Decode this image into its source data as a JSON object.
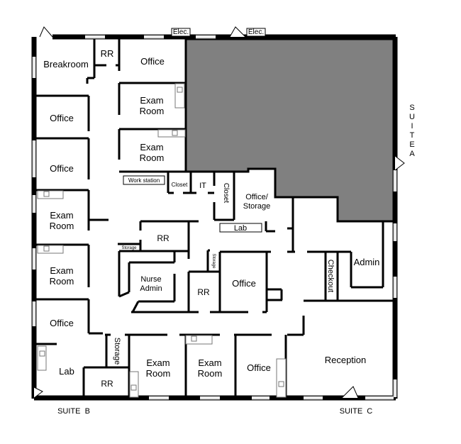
{
  "title": "Floor plan",
  "colors": {
    "wall": "#000000",
    "unavailable_area": "#808080",
    "window": "#bbbbbb"
  },
  "rooms": {
    "breakroom": "Breakroom",
    "rr_top": "RR",
    "office_top": "Office",
    "exam1_line1": "Exam",
    "exam1_line2": "Room",
    "exam2_line1": "Exam",
    "exam2_line2": "Room",
    "office_left1": "Office",
    "office_left2": "Office",
    "exam_left1_line1": "Exam",
    "exam_left1_line2": "Room",
    "exam_left2_line1": "Exam",
    "exam_left2_line2": "Room",
    "office_left3": "Office",
    "lab_left": "Lab",
    "work_station": "Work station",
    "closet1": "Closet",
    "it": "IT",
    "closet2": "Closet",
    "office_storage_line1": "Office/",
    "office_storage_line2": "Storage",
    "lab_center": "Lab",
    "rr_center": "RR",
    "storage_small": "Storage",
    "nurse_admin_line1": "Nurse",
    "nurse_admin_line2": "Admin",
    "rr_center2": "RR",
    "storage_vertical": "Storage",
    "office_center": "Office",
    "checkout": "Checkout",
    "admin": "Admin",
    "storage_bottom": "Storage",
    "rr_bottom": "RR",
    "exam_bottom1_line1": "Exam",
    "exam_bottom1_line2": "Room",
    "exam_bottom2_line1": "Exam",
    "exam_bottom2_line2": "Room",
    "office_bottom": "Office",
    "reception": "Reception"
  },
  "labels": {
    "elec1": "Elec.",
    "elec2": "Elec.",
    "suite_a": [
      "S",
      "U",
      "I",
      "T",
      "E",
      "A"
    ],
    "suite_b": "SUITE  B",
    "suite_c": "SUITE  C"
  }
}
